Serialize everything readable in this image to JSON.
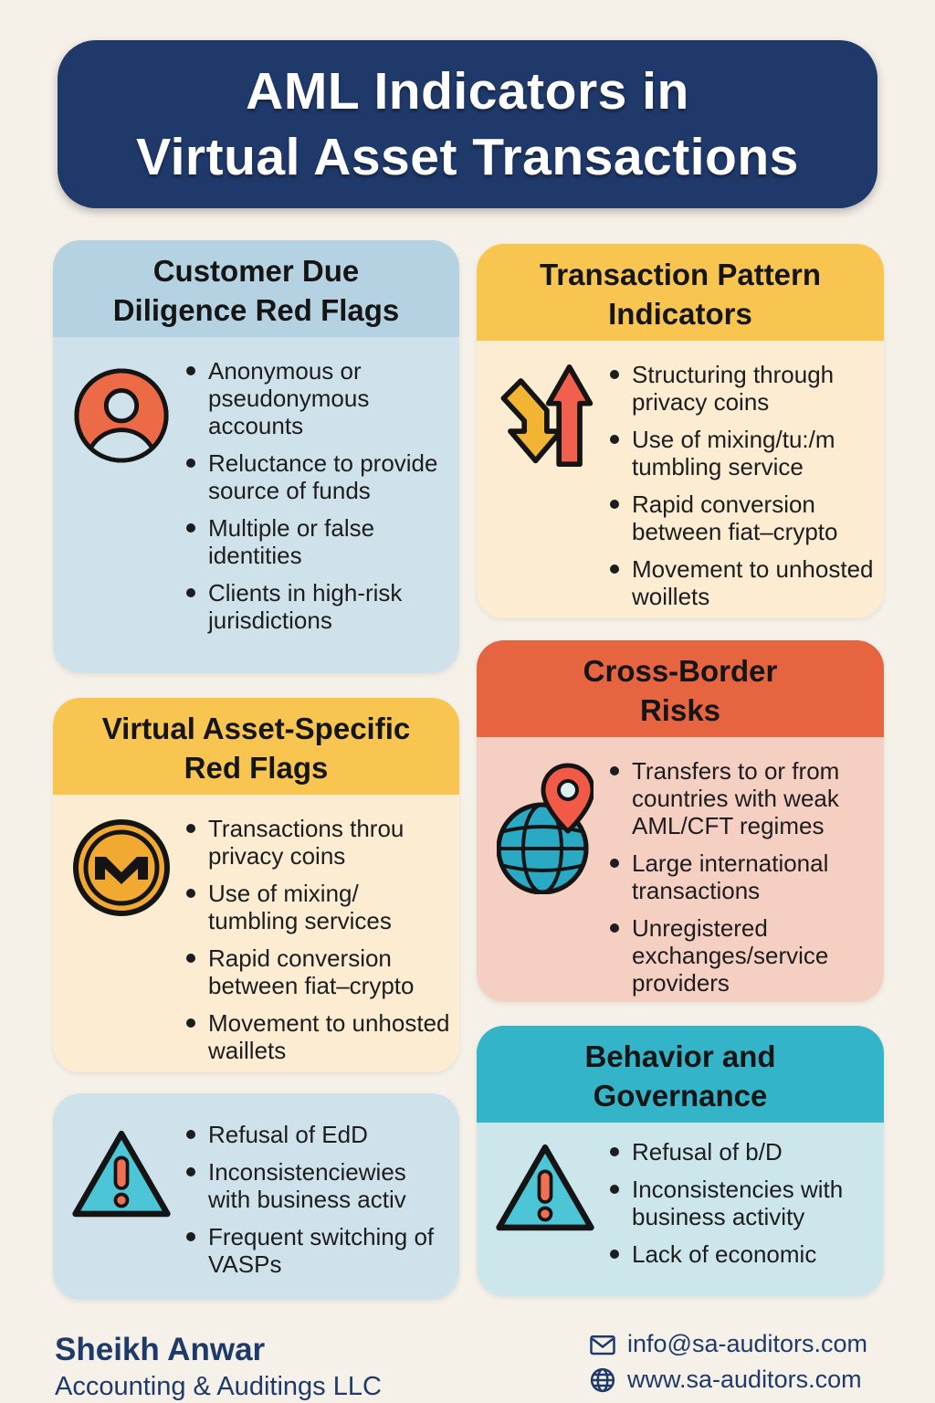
{
  "title": {
    "text": "AML Indicators in\nVirtual Asset Transactions",
    "background": "#20396b",
    "color": "#ffffff"
  },
  "cards": [
    {
      "id": "customer-due-diligence",
      "title": "Customer Due\nDiligence Red Flags",
      "icon": "user-icon",
      "header_bg": "#b5d2e3",
      "body_bg": "#cfe2eb",
      "bullets": [
        "Anonymous or pseudonymous accounts",
        "Reluctance to provide source of funds",
        "Multiple or false identities",
        "Clients in high-risk jurisdictions"
      ]
    },
    {
      "id": "virtual-asset-specific",
      "title": "Virtual Asset-Specific\nRed Flags",
      "icon": "monero-coin-icon",
      "header_bg": "#f7c550",
      "body_bg": "#fbecd2",
      "bullets": [
        "Transactions throu privacy coins",
        "Use of mixing/ tumbling services",
        "Rapid conversion between fiat–crypto",
        "Movement to unhosted waillets"
      ]
    },
    {
      "id": "edd-warning",
      "title": "",
      "icon": "warning-triangle-icon",
      "header_bg": "",
      "body_bg": "#cfe2eb",
      "bullets": [
        "Refusal of EdD",
        "Inconsistenciewies with business activ",
        "Frequent switching of VASPs"
      ]
    },
    {
      "id": "transaction-pattern",
      "title": "Transaction Pattern\nIndicators",
      "icon": "arrows-up-down-icon",
      "header_bg": "#f7c550",
      "body_bg": "#fbecd2",
      "bullets": [
        "Structuring through privacy coins",
        "Use of mixing/tu:/m tumbling service",
        "Rapid conversion between fiat–crypto",
        "Movement to unhosted woillets"
      ]
    },
    {
      "id": "cross-border-risks",
      "title": "Cross-Border\nRisks",
      "icon": "globe-pin-icon",
      "header_bg": "#e66440",
      "body_bg": "#f6cfc3",
      "bullets": [
        "Transfers to or from countries with weak AML/CFT regimes",
        "Large international transactions",
        "Unregistered exchanges/service providers"
      ]
    },
    {
      "id": "behavior-governance",
      "title": "Behavior and\nGovernance",
      "icon": "warning-triangle-icon",
      "header_bg": "#33b4c8",
      "body_bg": "#cce6ec",
      "bullets": [
        "Refusal of b/D",
        "Inconsistencies with business activity",
        "Lack of economic"
      ]
    }
  ],
  "footer": {
    "name": "Sheikh Anwar",
    "company": "Accounting & Auditings LLC",
    "email": "info@sa-auditors.com",
    "website": "www.sa-auditors.com",
    "email_icon": "mail-icon",
    "website_icon": "globe-icon"
  },
  "colors": {
    "page_background": "#f6f1e8",
    "navy": "#20396b",
    "header_blue": "#b5d2e3",
    "body_blue": "#cfe2eb",
    "header_yellow": "#f7c550",
    "body_cream": "#fbecd2",
    "header_orange": "#e66440",
    "body_pink": "#f6cfc3",
    "header_teal": "#33b4c8",
    "body_teal": "#cce6ec",
    "icon_orange": "#ed6a46",
    "icon_gold": "#f1a931",
    "icon_teal": "#4cc5d6",
    "icon_red": "#f0604d",
    "outline_black": "#141414"
  }
}
